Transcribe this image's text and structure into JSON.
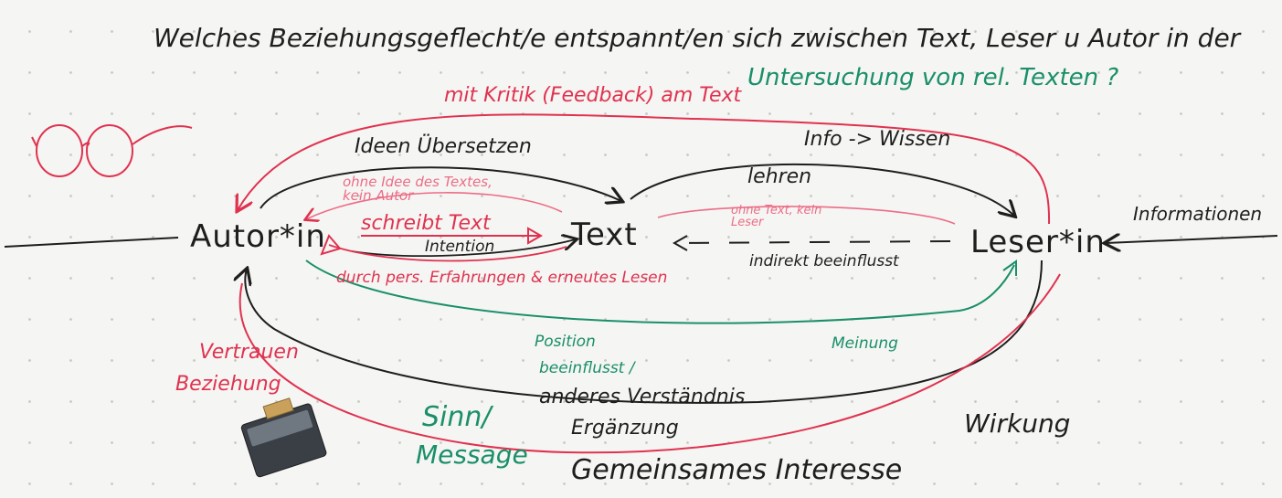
{
  "question": {
    "line1": "Welches Beziehungsgeflecht/e entspannt/en sich zwischen Text, Leser u Autor in der",
    "line2": "Untersuchung von rel. Texten ?"
  },
  "nodes": {
    "author": "Autor*in",
    "text": "Text",
    "reader": "Leser*in"
  },
  "arrows": {
    "critique": "mit Kritik (Feedback) am Text",
    "ideas": "Ideen Übersetzen",
    "info_knowledge": "Info -> Wissen",
    "teach": "lehren",
    "no_reader_text": "ohne Idee des Textes, kein Autor",
    "no_text_reader": "ohne Text, kein Leser",
    "writes_text": "schreibt Text",
    "intention": "Intention",
    "indirect": "indirekt beeinflusst",
    "experiences": "durch pers. Erfahrungen & erneutes Lesen",
    "information": "Informationen",
    "position": "Position",
    "influenced": "beeinflusst /",
    "opinion": "Meinung",
    "other_understanding": "anderes Verständnis",
    "supplement": "Ergänzung",
    "trust": "Vertrauen",
    "relationship": "Beziehung",
    "meaning": "Sinn/",
    "message": "Message",
    "effect": "Wirkung",
    "common_interest": "Gemeinsames Interesse"
  },
  "colors": {
    "black_marker": "#1e1e1e",
    "red_marker": "#e0324f",
    "pink_marker": "#ec6d86",
    "green_marker": "#1a8f6a",
    "board": "#f5f5f3"
  },
  "icons": [
    "glasses-icon",
    "eraser-icon"
  ]
}
